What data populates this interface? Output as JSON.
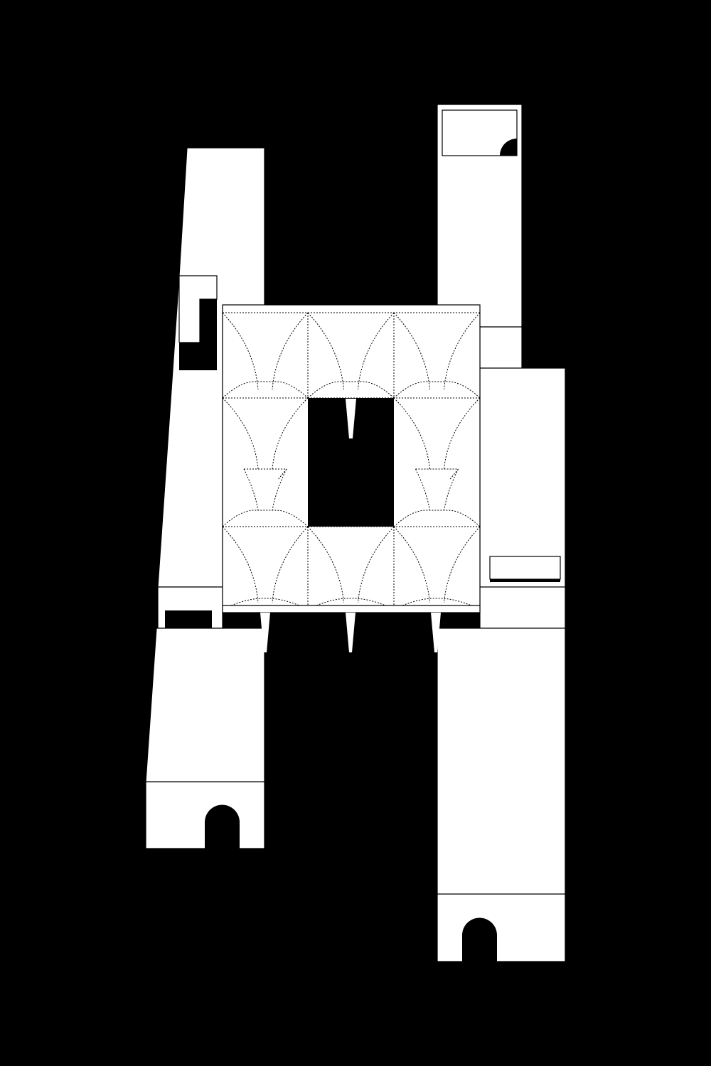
{
  "drawing": {
    "background_color": "#000000",
    "figure_color": "#ffffff",
    "line_color": "#000000",
    "pattern_rows": 3,
    "pattern_columns": 3,
    "bottom_spike_count": 3,
    "door_arch_count": 2
  }
}
